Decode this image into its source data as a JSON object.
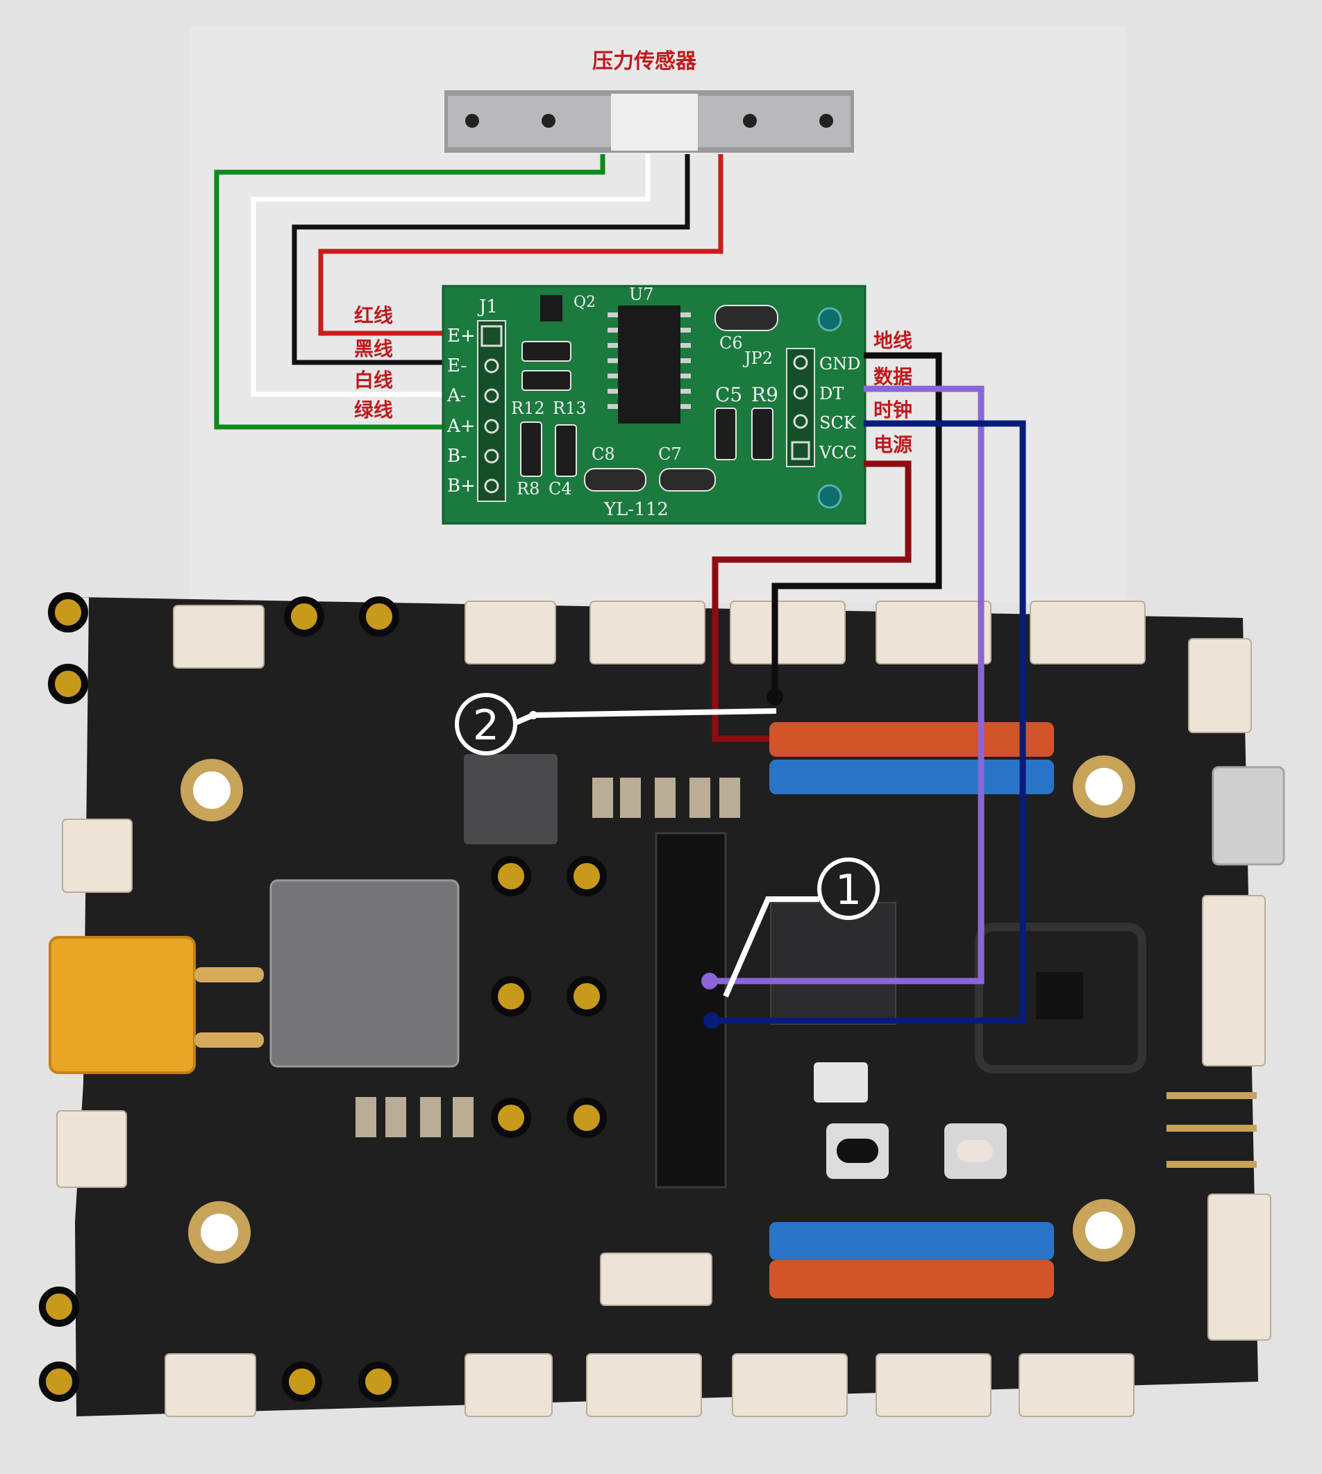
{
  "sensor": {
    "title": "压力传感器"
  },
  "wire_labels_left": {
    "red": "红线",
    "black": "黑线",
    "white": "白线",
    "green": "绿线"
  },
  "hx711": {
    "header_j1": "J1",
    "pins_left": [
      "E+",
      "E-",
      "A-",
      "A+",
      "B-",
      "B+"
    ],
    "pins_right": [
      "GND",
      "DT",
      "SCK",
      "VCC"
    ],
    "header_jp2": "JP2",
    "chip": "U7",
    "transistor": "Q2",
    "components": [
      "R12",
      "R13",
      "R8",
      "C4",
      "C8",
      "C7",
      "C5",
      "R9",
      "C6"
    ],
    "model": "YL-112"
  },
  "wire_labels_right": {
    "gnd": "地线",
    "dt": "数据",
    "sck": "时钟",
    "vcc": "电源"
  },
  "markers": {
    "one": "①",
    "two": "②"
  },
  "colors": {
    "red_wire": "#cc1b1b",
    "black_wire": "#111111",
    "white_wire": "#ffffff",
    "green_wire": "#0e8a1d",
    "dt_wire": "#8a66d9",
    "sck_wire": "#071b7a",
    "vcc_wire": "#8b0d12",
    "pcb_green": "#1b7a3e",
    "board_black": "#1f1f20"
  }
}
